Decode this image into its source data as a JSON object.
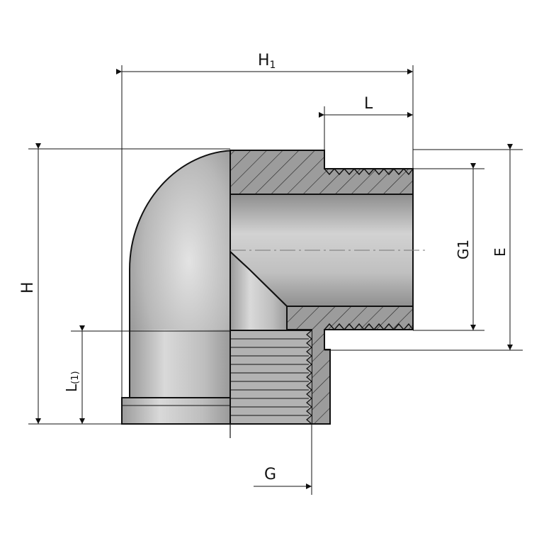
{
  "dimensions": {
    "h1": {
      "main": "H",
      "sub": "1"
    },
    "l": "L",
    "g1": "G1",
    "e": "E",
    "h": "H",
    "l1": {
      "main": "L",
      "sub": "(1)"
    },
    "g": "G"
  },
  "colors": {
    "hatch": "#9c9c9c",
    "body_light": "#d6d6d6",
    "body_dark": "#8f8f8f",
    "line": "#111111"
  }
}
